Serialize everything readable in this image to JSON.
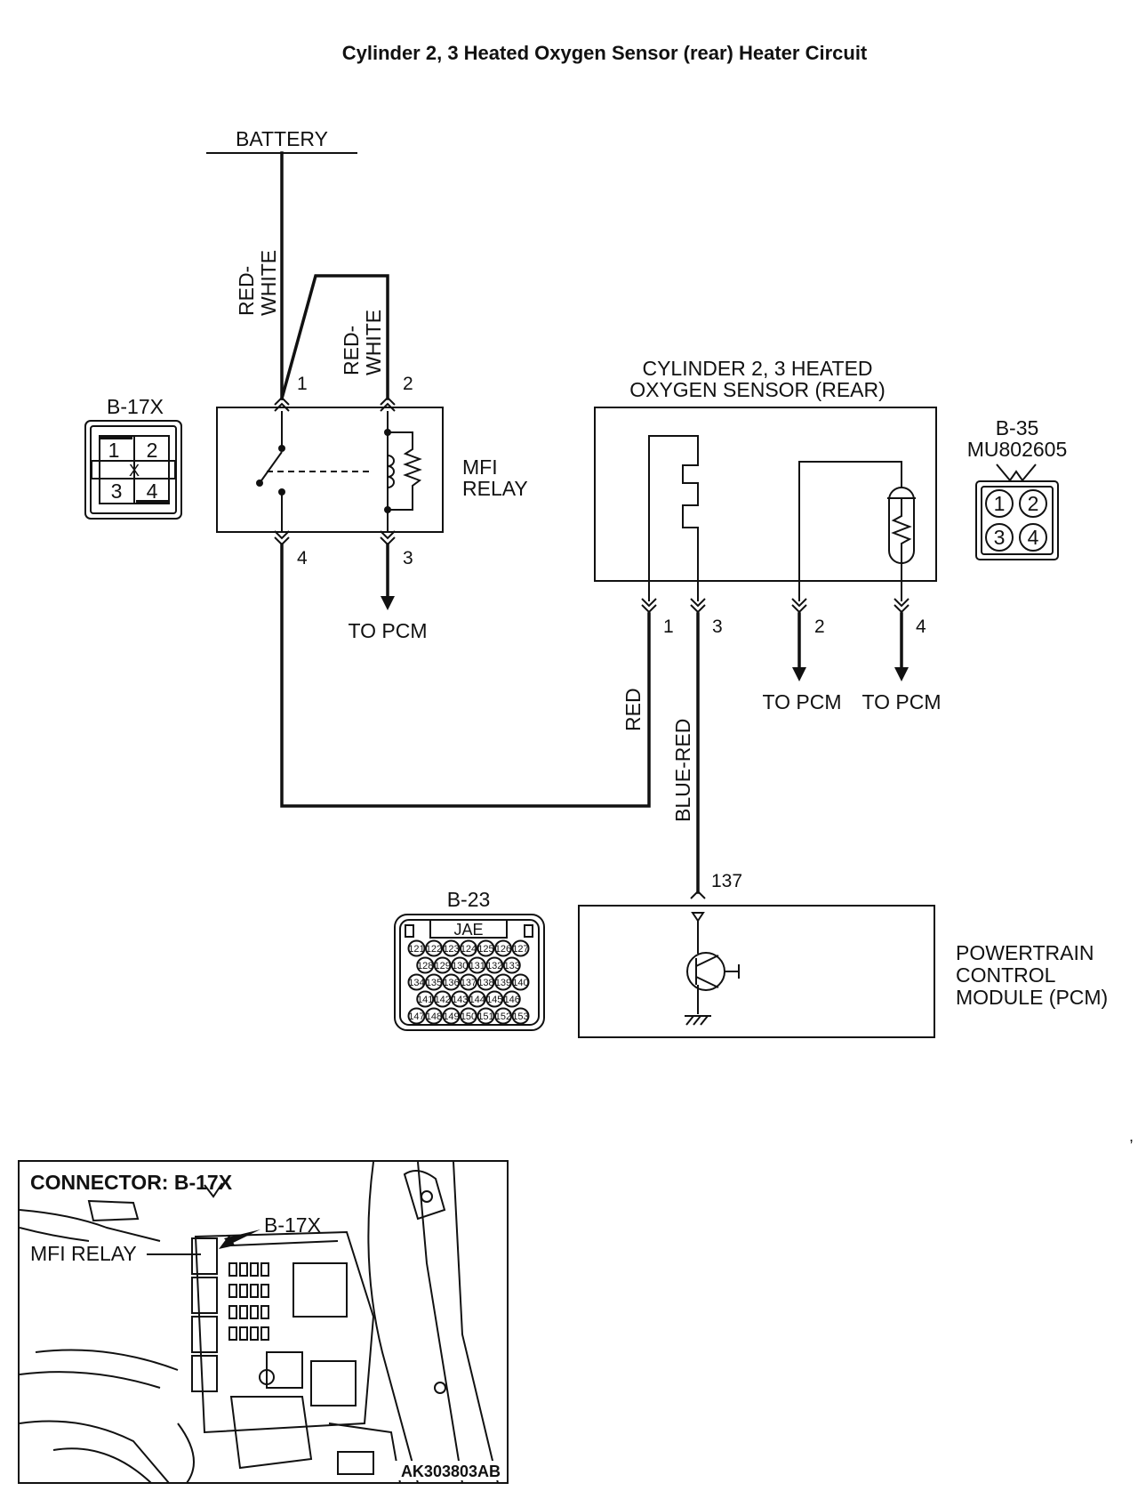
{
  "title": "Cylinder 2, 3 Heated Oxygen Sensor (rear) Heater Circuit",
  "battery": {
    "label": "BATTERY"
  },
  "mfi_relay": {
    "label_line1": "MFI",
    "label_line2": "RELAY",
    "connector": "B-17X",
    "connector_pins": [
      "1",
      "2",
      "3",
      "4"
    ],
    "connector_marker": "X",
    "pins": [
      "1",
      "2",
      "3",
      "4"
    ],
    "to_pcm": "TO PCM"
  },
  "wires": {
    "battery_to_pin1_line1": "RED-",
    "battery_to_pin1_line2": "WHITE",
    "battery_to_pin2_line1": "RED-",
    "battery_to_pin2_line2": "WHITE",
    "relay_to_sensor": "RED",
    "sensor_to_pcm": "BLUE-RED"
  },
  "sensor": {
    "label_line1": "CYLINDER 2, 3 HEATED",
    "label_line2": "OXYGEN SENSOR (REAR)",
    "connector": "B-35",
    "part_number": "MU802605",
    "connector_pins": [
      "1",
      "2",
      "3",
      "4"
    ],
    "pins": [
      "1",
      "3",
      "2",
      "4"
    ],
    "to_pcm_left": "TO PCM",
    "to_pcm_right": "TO PCM"
  },
  "pcm": {
    "label_line1": "POWERTRAIN",
    "label_line2": "CONTROL",
    "label_line3": "MODULE (PCM)",
    "terminal": "137",
    "connector": "B-23",
    "connector_brand": "JAE",
    "connector_rows": [
      [
        "121",
        "122",
        "123",
        "124",
        "125",
        "126",
        "127"
      ],
      [
        "128",
        "129",
        "130",
        "131",
        "132",
        "133"
      ],
      [
        "134",
        "135",
        "136",
        "137",
        "138",
        "139",
        "140"
      ],
      [
        "141",
        "142",
        "143",
        "144",
        "145",
        "146"
      ],
      [
        "147",
        "148",
        "149",
        "150",
        "151",
        "152",
        "153"
      ]
    ]
  },
  "location_photo": {
    "heading": "CONNECTOR: B-17X",
    "connector_callout": "B-17X",
    "relay_callout": "MFI RELAY",
    "figure_id": "AK303803AB"
  }
}
